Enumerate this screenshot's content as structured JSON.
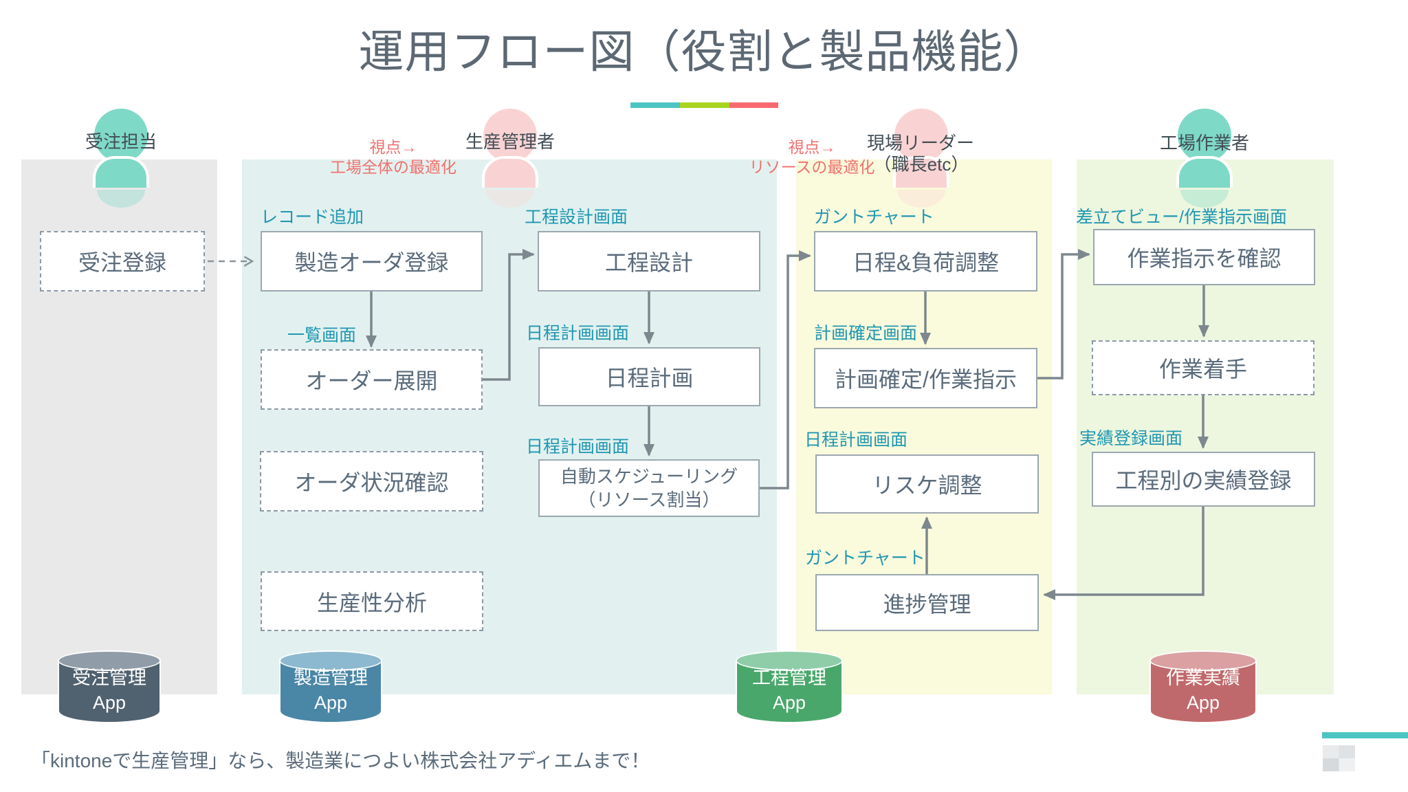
{
  "title": "運用フロー図（役割と製品機能）",
  "underline_colors": [
    "#4dc4c4",
    "#a8d41f",
    "#f8696f"
  ],
  "roles": {
    "order_staff": {
      "name": "受注担当",
      "icon_color": "#7fd9c7"
    },
    "production_manager": {
      "name": "生産管理者",
      "icon_color": "#f9d3d3"
    },
    "site_leader": {
      "name": "現場リーダー",
      "name_sub": "（職長etc）",
      "icon_color": "#f9d3d3"
    },
    "factory_worker": {
      "name": "工場作業者",
      "icon_color": "#7fd9c7"
    }
  },
  "viewpoints": {
    "factory": {
      "line1": "視点→",
      "line2": "工場全体の最適化"
    },
    "resource": {
      "line1": "視点→",
      "line2": "リソースの最適化"
    }
  },
  "screen_labels": {
    "record_add": "レコード追加",
    "list_screen": "一覧画面",
    "process_design_screen": "工程設計画面",
    "schedule_plan_screen_1": "日程計画画面",
    "schedule_plan_screen_2": "日程計画画面",
    "gantt_chart_1": "ガントチャート",
    "plan_fix_screen": "計画確定画面",
    "schedule_plan_screen_3": "日程計画画面",
    "gantt_chart_2": "ガントチャート",
    "dispatch_view_screen": "差立てビュー/作業指示画面",
    "result_entry_screen": "実績登録画面"
  },
  "boxes": {
    "order_entry": {
      "label": "受注登録"
    },
    "mfg_order_entry": {
      "label": "製造オーダ登録"
    },
    "order_expand": {
      "label": "オーダー展開"
    },
    "order_status_check": {
      "label": "オーダ状況確認"
    },
    "productivity_analysis": {
      "label": "生産性分析"
    },
    "process_design": {
      "label": "工程設計"
    },
    "schedule_plan": {
      "label": "日程計画"
    },
    "auto_scheduling": {
      "line1": "自動スケジューリング",
      "line2": "（リソース割当）"
    },
    "schedule_load_adjust": {
      "label": "日程&負荷調整"
    },
    "plan_fix_work_order": {
      "label": "計画確定/作業指示"
    },
    "reschedule_adjust": {
      "label": "リスケ調整"
    },
    "progress_mgmt": {
      "label": "進捗管理"
    },
    "work_order_check": {
      "label": "作業指示を確認"
    },
    "work_start": {
      "label": "作業着手"
    },
    "result_entry_by_process": {
      "label": "工程別の実績登録"
    }
  },
  "apps": {
    "order_app": {
      "line1": "受注管理",
      "line2": "App",
      "color": "#50616f"
    },
    "manufacturing_app": {
      "line1": "製造管理",
      "line2": "App",
      "color": "#4a86a6"
    },
    "process_app": {
      "line1": "工程管理",
      "line2": "App",
      "color": "#4aa76b"
    },
    "work_result_app": {
      "line1": "作業実績",
      "line2": "App",
      "color": "#c0696c"
    }
  },
  "footer": {
    "text": "「kintoneで生産管理」なら、製造業につよい株式会社アディエムまで！"
  },
  "colors": {
    "screen_label": "#1f97b2",
    "viewpoint_red": "#f0716f",
    "box_border": "#9aa7b0",
    "box_text": "#5a6b7b",
    "arrow": "#7d878e",
    "title_text": "#5c6873",
    "column_gray": "#e9e9e9",
    "column_teal": "#e2f1ef",
    "column_yellow": "#fafadc",
    "column_green": "#edf6df",
    "accent_bar": "#4dc4c4"
  }
}
